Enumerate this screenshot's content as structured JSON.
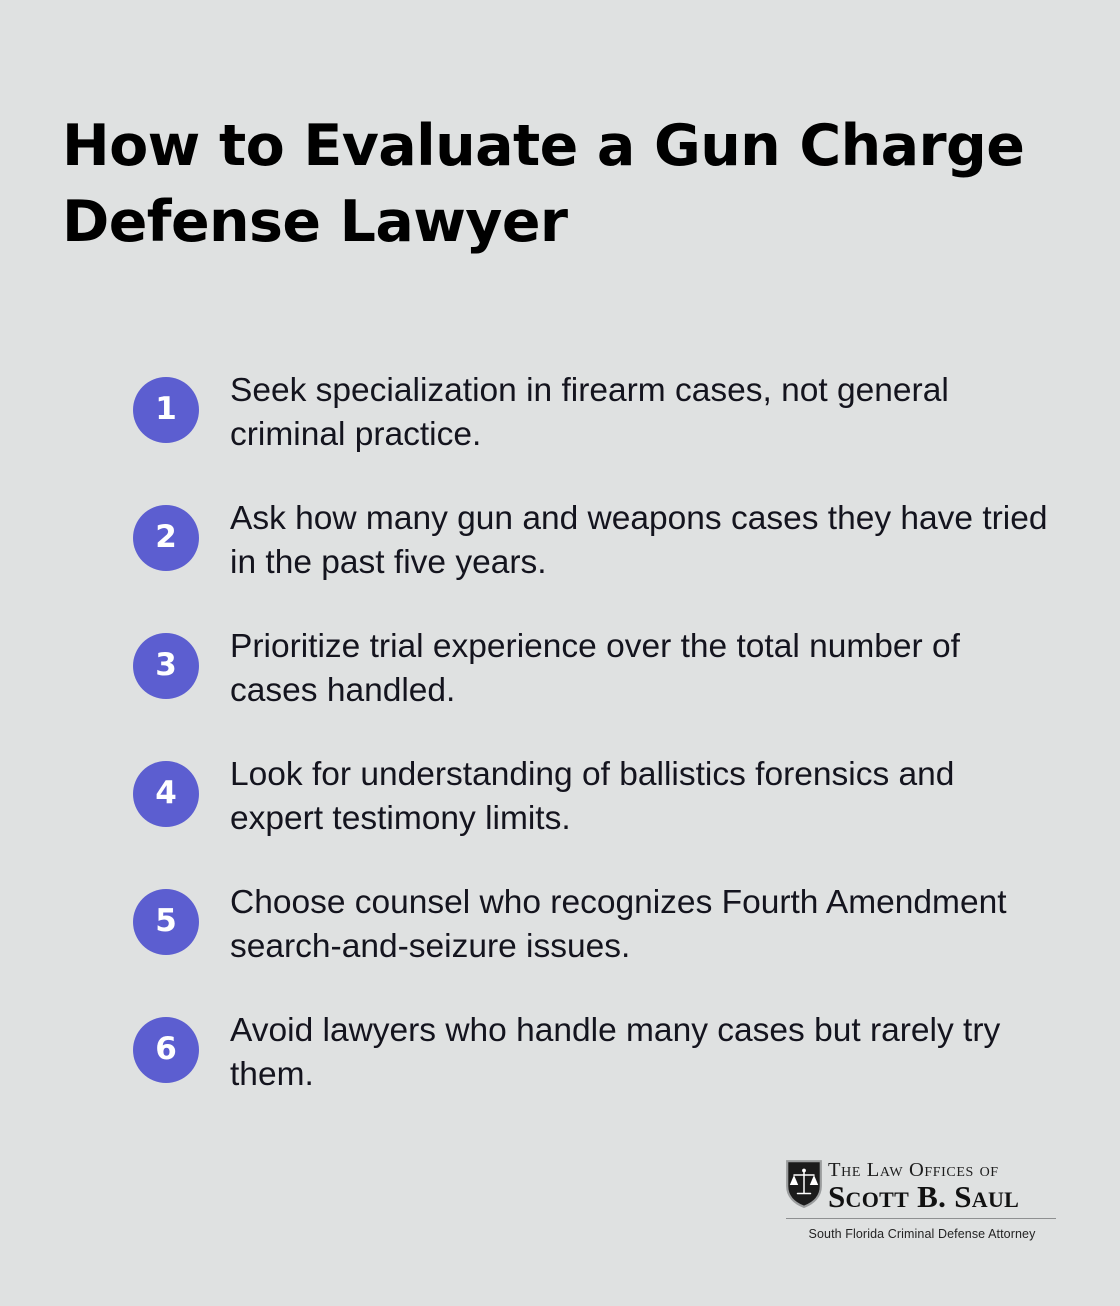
{
  "theme": {
    "background_color": "#dfe1e1",
    "accent_color": "#5c5ed0",
    "title_color": "#000000",
    "body_text_color": "#14141e",
    "badge_text_color": "#ffffff",
    "rule_color": "#8e9091"
  },
  "heading": {
    "title": "How to Evaluate a Gun Charge\nDefense Lawyer"
  },
  "steps": [
    {
      "number": "1",
      "text": "Seek specialization in firearm cases, not general criminal practice."
    },
    {
      "number": "2",
      "text": "Ask how many gun and weapons cases they have tried in the past five years."
    },
    {
      "number": "3",
      "text": "Prioritize trial experience over the total number of cases handled."
    },
    {
      "number": "4",
      "text": "Look for understanding of ballistics forensics and expert testimony limits."
    },
    {
      "number": "5",
      "text": "Choose counsel who recognizes Fourth Amendment search-and-seizure issues."
    },
    {
      "number": "6",
      "text": "Avoid lawyers who handle many cases but rarely try them."
    }
  ],
  "logo": {
    "icon": "shield-scales-of-justice-icon",
    "line1": "The Law Offices of",
    "line2": "Scott B. Saul",
    "tagline": "South Florida Criminal Defense Attorney"
  }
}
